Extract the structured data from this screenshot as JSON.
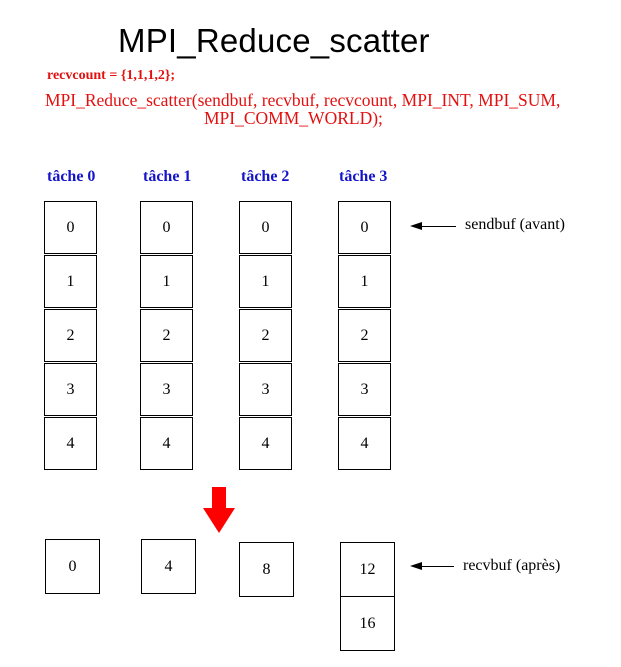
{
  "title": "MPI_Reduce_scatter",
  "recvcount_text": "recvcount = {1,1,1,2};",
  "call_line1": "MPI_Reduce_scatter(sendbuf, recvbuf, recvcount, MPI_INT, MPI_SUM,",
  "call_line2": "MPI_COMM_WORLD);",
  "tasks": [
    {
      "name": "tâche 0",
      "send": [
        "0",
        "1",
        "2",
        "3",
        "4"
      ]
    },
    {
      "name": "tâche 1",
      "send": [
        "0",
        "1",
        "2",
        "3",
        "4"
      ]
    },
    {
      "name": "tâche 2",
      "send": [
        "0",
        "1",
        "2",
        "3",
        "4"
      ]
    },
    {
      "name": "tâche 3",
      "send": [
        "0",
        "1",
        "2",
        "3",
        "4"
      ]
    }
  ],
  "recv": [
    [
      "0"
    ],
    [
      "4"
    ],
    [
      "8"
    ],
    [
      "12",
      "16"
    ]
  ],
  "labels": {
    "sendbuf": "sendbuf (avant)",
    "recvbuf": "recvbuf (après)"
  },
  "colors": {
    "title_red": "#e41010",
    "task_blue": "#1414c8",
    "arrow_red": "#ff0000"
  }
}
